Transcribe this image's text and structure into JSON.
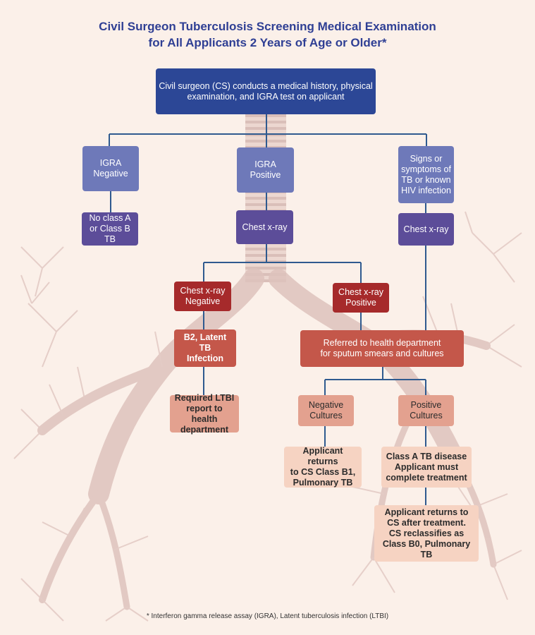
{
  "title": {
    "line1": "Civil Surgeon Tuberculosis Screening Medical Examination",
    "line2": "for All Applicants 2 Years of Age or Older*"
  },
  "nodes": {
    "start": {
      "line1": "Civil surgeon (CS) conducts a medical history, physical",
      "line2": "examination, and IGRA test on applicant"
    },
    "igra_negative": {
      "line1": "IGRA",
      "line2": "Negative"
    },
    "igra_positive": {
      "line1": "IGRA",
      "line2": "Positive"
    },
    "signs_symptoms": {
      "line1": "Signs or",
      "line2": "symptoms of",
      "line3": "TB or known",
      "line4": "HIV infection"
    },
    "no_class": {
      "line1": "No class A",
      "line2": "or Class B TB"
    },
    "chest_xray_center": {
      "line1": "Chest x-ray"
    },
    "chest_xray_right": {
      "line1": "Chest x-ray"
    },
    "xray_negative": {
      "line1": "Chest x-ray",
      "line2": "Negative"
    },
    "xray_positive": {
      "line1": "Chest x-ray",
      "line2": "Positive"
    },
    "latent_tb": {
      "line1": "B2, Latent TB",
      "line2": "Infection"
    },
    "referred": {
      "line1": "Referred to health department",
      "line2": "for sputum smears and cultures"
    },
    "ltbi_report": {
      "line1": "Required LTBI",
      "line2": "report to health",
      "line3": "department"
    },
    "negative_cultures": {
      "line1": "Negative",
      "line2": "Cultures"
    },
    "positive_cultures": {
      "line1": "Positive",
      "line2": "Cultures"
    },
    "returns_b1": {
      "line1": "Applicant returns",
      "line2": "to CS Class B1,",
      "line3": "Pulmonary TB"
    },
    "class_a": {
      "line1": "Class A TB disease",
      "line2": "Applicant must",
      "line3": "complete treatment"
    },
    "returns_b0": {
      "line1": "Applicant returns to",
      "line2": "CS after treatment.",
      "line3": "CS reclassifies as",
      "line4": "Class B0, Pulmonary TB"
    }
  },
  "footnote": "* Interferon gamma release assay (IGRA), Latent tuberculosis infection (LTBI)",
  "colors": {
    "title": "#2f3f94",
    "connector": "#2f5a8f",
    "navy": "#2c4796",
    "slate": "#6e79b9",
    "violet": "#5c4d99",
    "red": "#a62a2b",
    "rust": "#c4574a",
    "salmon": "#e3a18f",
    "peach": "#f6d3c2"
  }
}
